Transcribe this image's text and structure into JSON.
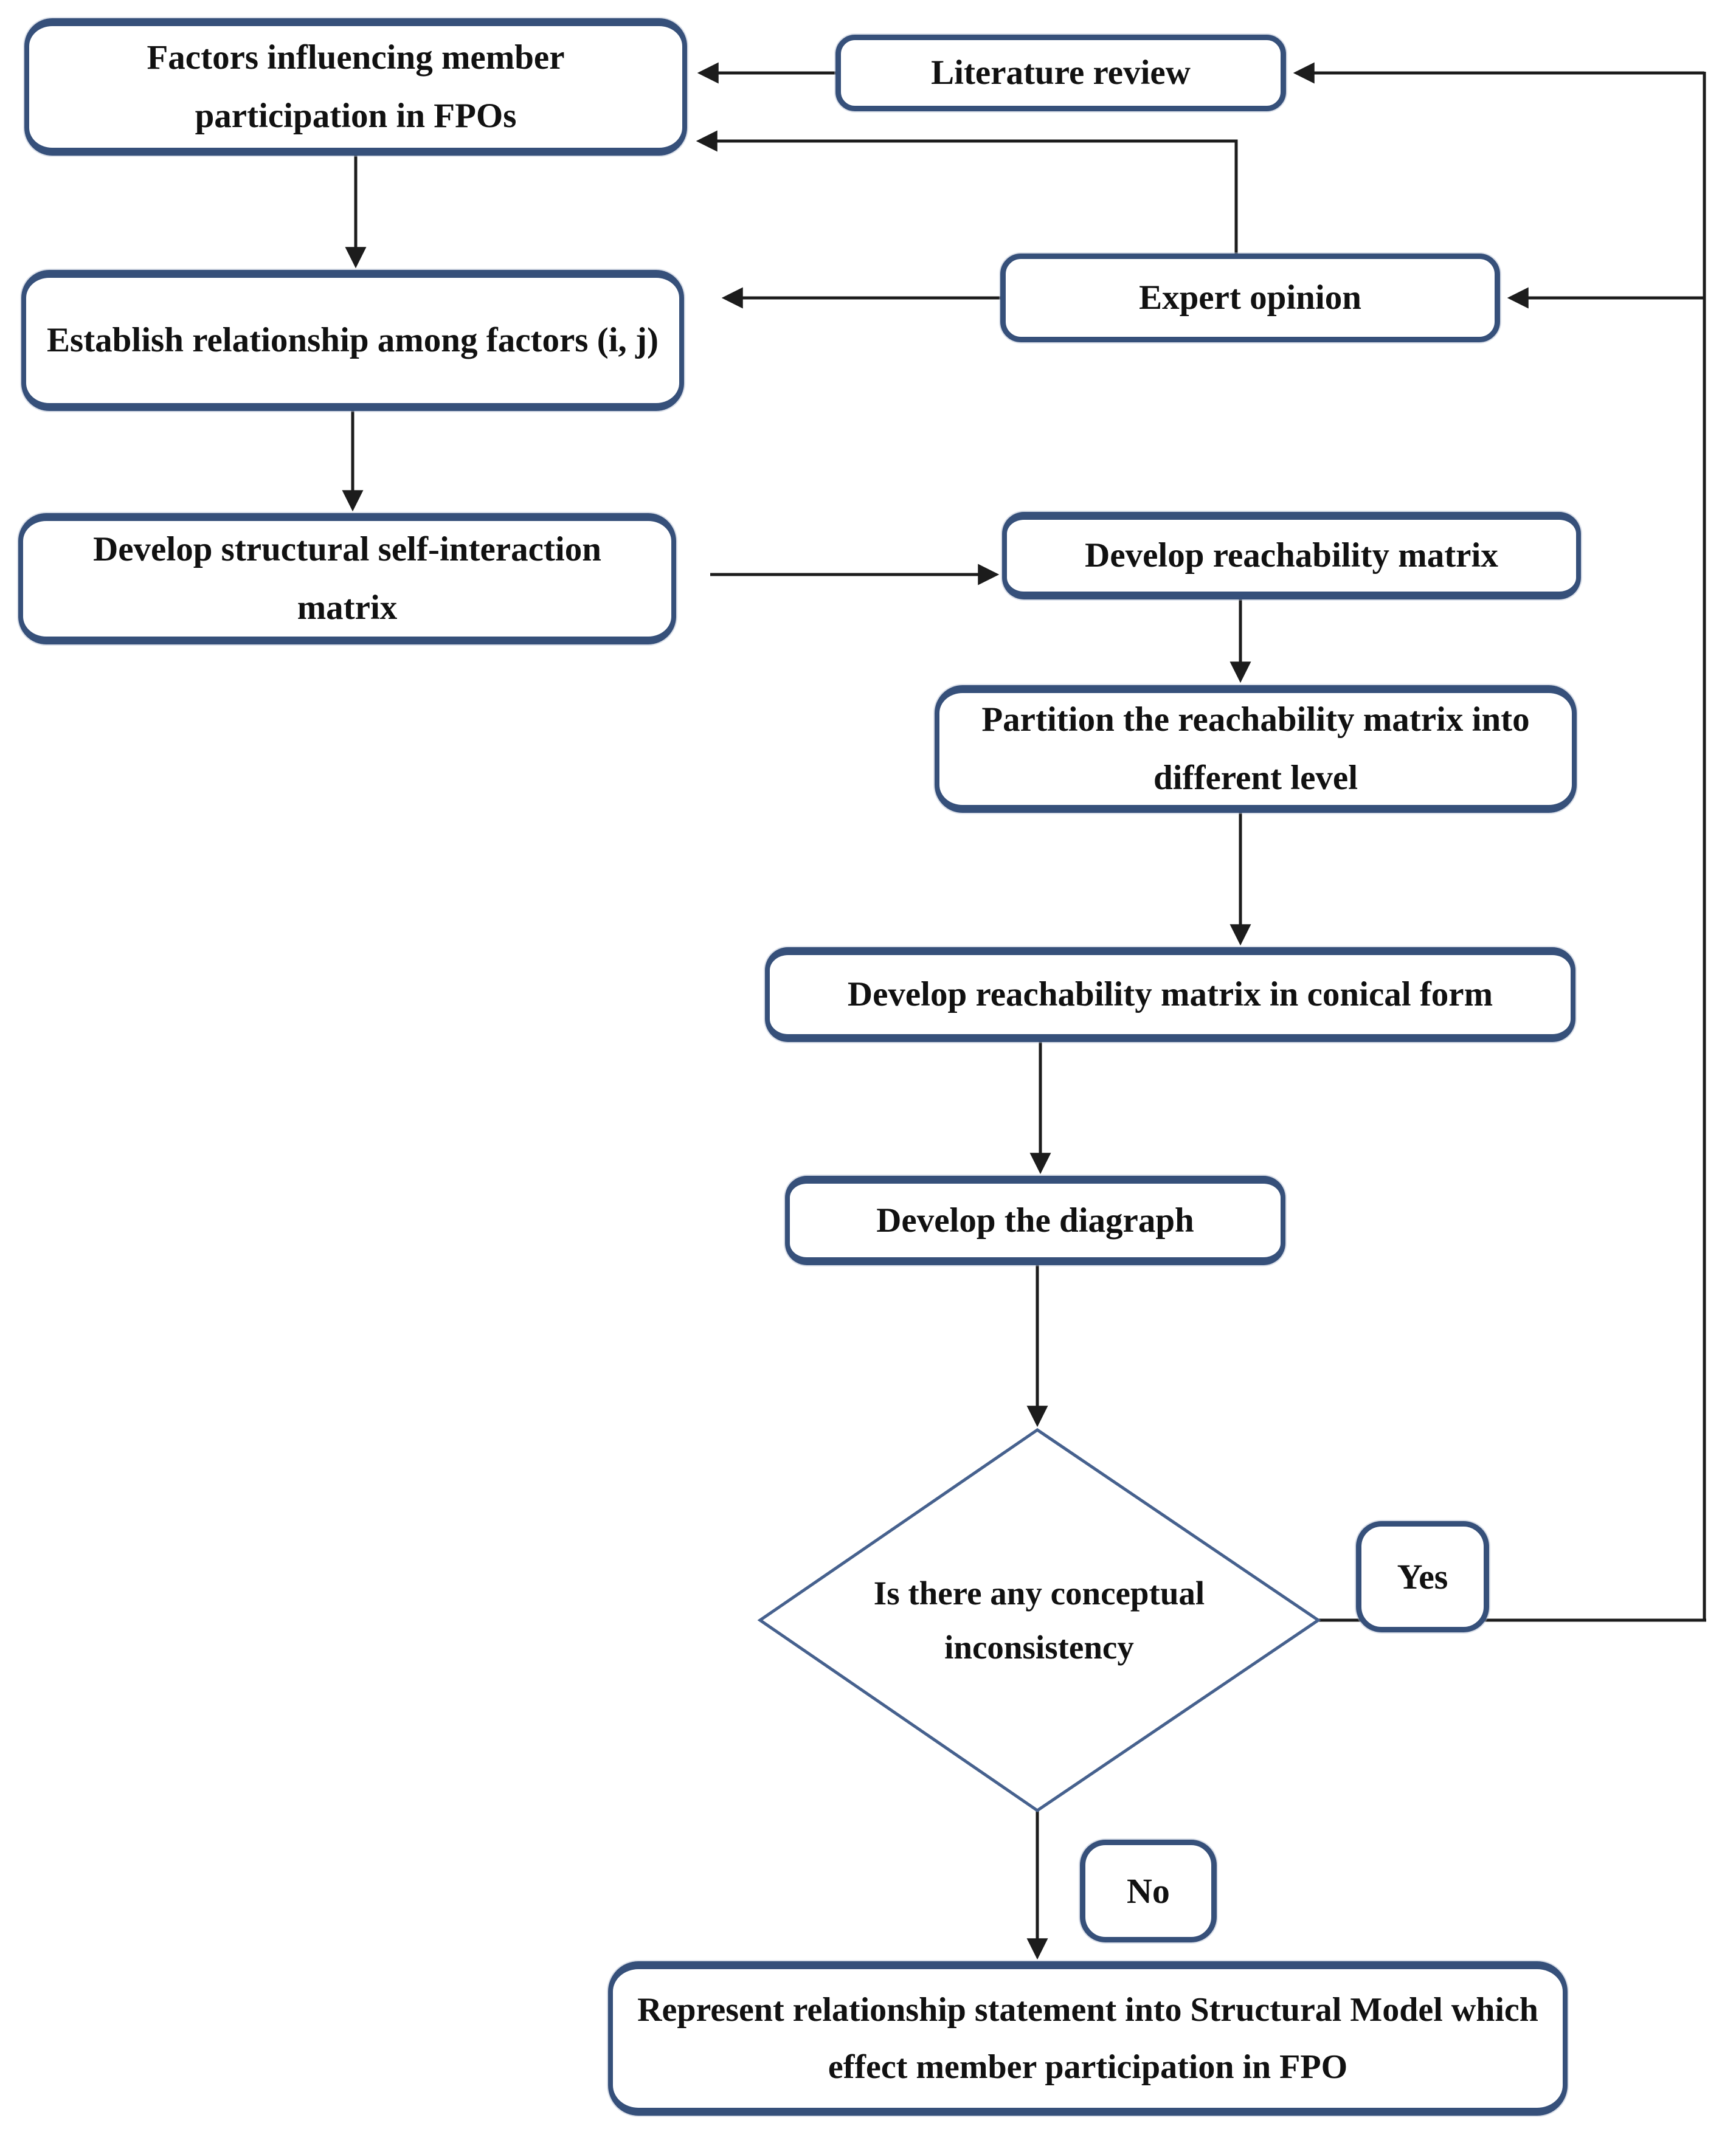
{
  "flowchart": {
    "nodes": {
      "factors": {
        "label": "Factors influencing member participation in FPOs"
      },
      "literature_review": {
        "label": "Literature review"
      },
      "expert_opinion": {
        "label": "Expert opinion"
      },
      "establish_relationship": {
        "label": "Establish relationship among factors (i, j)"
      },
      "ssim": {
        "label": "Develop structural self-interaction matrix"
      },
      "reachability_matrix": {
        "label": "Develop reachability matrix"
      },
      "partition_levels": {
        "label": "Partition the reachability matrix into different level"
      },
      "conical_form": {
        "label": "Develop reachability matrix in conical form"
      },
      "digraph": {
        "label": "Develop the diagraph"
      },
      "decision": {
        "label": "Is there any conceptual inconsistency"
      },
      "final_model": {
        "label": "Represent relationship statement into Structural Model which effect member participation in FPO"
      }
    },
    "decision_labels": {
      "yes": "Yes",
      "no": "No"
    },
    "colors": {
      "box_border": "#36507a",
      "diamond_border": "#46618e",
      "connector": "#1c1c1c",
      "text": "#111111",
      "background": "#ffffff"
    }
  }
}
